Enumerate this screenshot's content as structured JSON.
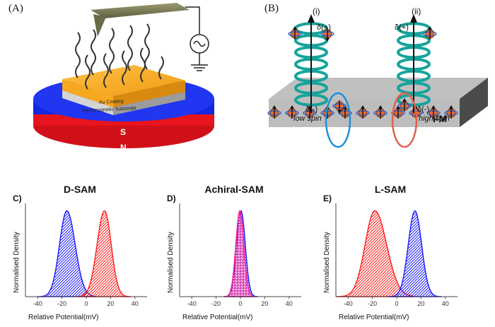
{
  "panel_a": {
    "label": "(A)",
    "coating_label": "Au Coating",
    "substrate_label": "Ferromagnetic Substrate",
    "pole_s": "S",
    "pole_n": "N",
    "colors": {
      "gold": "#f5a623",
      "blue": "#1428e0",
      "red": "#e8141e",
      "gray": "#c8c8c8"
    }
  },
  "panel_b": {
    "label": "(B)",
    "case_i": "(i)",
    "case_ii": "(ii)",
    "delta_plus": "δ(+)",
    "delta_minus": "δ(-)",
    "low_spin": "low spin",
    "high_spin": "high spin",
    "fm": "FM",
    "colors": {
      "helix": "#16a39b",
      "blue_ring": "#1e90d8",
      "red_ring": "#e06050",
      "spin": "#e86a2a"
    }
  },
  "chart_data": [
    {
      "type": "area",
      "tag": "C)",
      "title": "D-SAM",
      "xlabel": "Relative Potential(mV)",
      "ylabel": "Normalised Density",
      "xticks": [
        -40,
        -20,
        0,
        20,
        40
      ],
      "xlim": [
        -50,
        50
      ],
      "series": [
        {
          "color": "#1a1aff",
          "pattern": "diag",
          "center": -16,
          "width": 6,
          "skew": 0.4
        },
        {
          "color": "#ff1a1a",
          "pattern": "diag",
          "center": 15,
          "width": 5.5,
          "skew": -0.3
        }
      ]
    },
    {
      "type": "area",
      "tag": "D)",
      "title": "Achiral-SAM",
      "xlabel": "Relative Potential(mV)",
      "ylabel": "Normalised Density",
      "xticks": [
        -40,
        -20,
        0,
        20,
        40
      ],
      "xlim": [
        -50,
        50
      ],
      "series": [
        {
          "color": "#1a1aff",
          "pattern": "diag",
          "center": 0.5,
          "width": 3.5,
          "skew": 0
        },
        {
          "color": "#ff1a8c",
          "pattern": "dots",
          "center": -0.5,
          "width": 3.3,
          "skew": 0
        }
      ]
    },
    {
      "type": "area",
      "tag": "E)",
      "title": "L-SAM",
      "xlabel": "Relative Potential(mV)",
      "ylabel": "Normalised Density",
      "xticks": [
        -40,
        -20,
        0,
        20,
        40
      ],
      "xlim": [
        -50,
        50
      ],
      "series": [
        {
          "color": "#ff1a1a",
          "pattern": "diag",
          "center": -18,
          "width": 8,
          "skew": 0.6
        },
        {
          "color": "#1a1aff",
          "pattern": "diag",
          "center": 15,
          "width": 5.5,
          "skew": 0
        }
      ]
    }
  ]
}
